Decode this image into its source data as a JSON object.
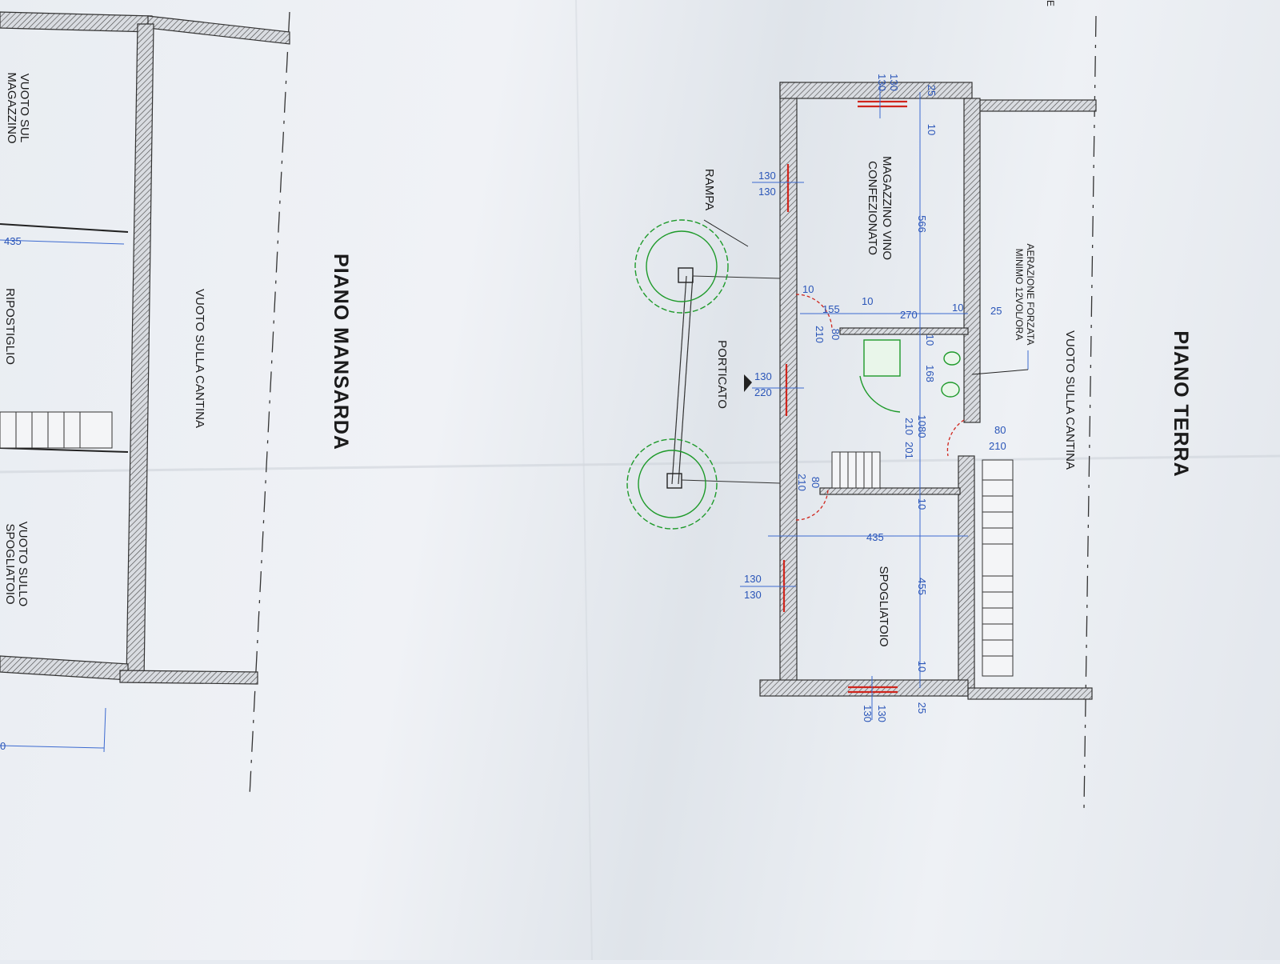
{
  "drawing": {
    "floors": {
      "ground": {
        "title": "PIANO TERRA",
        "void_label": "VUOTO SULLA CANTINA",
        "rooms": {
          "wine_store": [
            "MAGAZZINO VINO",
            "CONFEZIONATO"
          ],
          "changing_room": "SPOGLIATOIO"
        },
        "labels": {
          "ventilation": [
            "AERAZIONE FORZATA",
            "MINIMO 12VOL/ORA"
          ],
          "ramp": "RAMPA",
          "portico": "PORTICATO",
          "edge_fragment": "E"
        },
        "dimensions": {
          "win_top_w": "130",
          "win_top_h": "130",
          "thk_25_top": "25",
          "thk_10_top": "10",
          "win_left_w": "130",
          "win_left_h": "130",
          "len_566": "566",
          "len_10_a": "10",
          "len_155": "155",
          "len_270": "270",
          "len_10_b": "10",
          "thk_25_right": "25",
          "len_10_c": "10",
          "door_80_a": "80",
          "door_210_a": "210",
          "len_10_d": "10",
          "len_168": "168",
          "portico_130": "130",
          "portico_220": "220",
          "len_1080": "1080",
          "len_210": "210",
          "len_201": "201",
          "door_80_b": "80",
          "door_210_b": "210",
          "door_80_c": "80",
          "door_210_c": "210",
          "len_10_e": "10",
          "len_435": "435",
          "len_455": "455",
          "win_bl_w": "130",
          "win_bl_h": "130",
          "len_10_f": "10",
          "thk_25_bottom": "25",
          "win_bottom_w": "130",
          "win_bottom_h": "130"
        }
      },
      "attic": {
        "title": "PIANO MANSARDA",
        "void_label": "VUOTO SULLA CANTINA",
        "rooms": {
          "void_store": [
            "VUOTO SUL",
            "MAGAZZINO"
          ],
          "storage": "RIPOSTIGLIO",
          "void_changing": [
            "VUOTO SULLO",
            "SPOGLIATOIO"
          ]
        },
        "dimensions": {
          "len_435": "435",
          "edge_fragment": "0"
        }
      }
    }
  }
}
